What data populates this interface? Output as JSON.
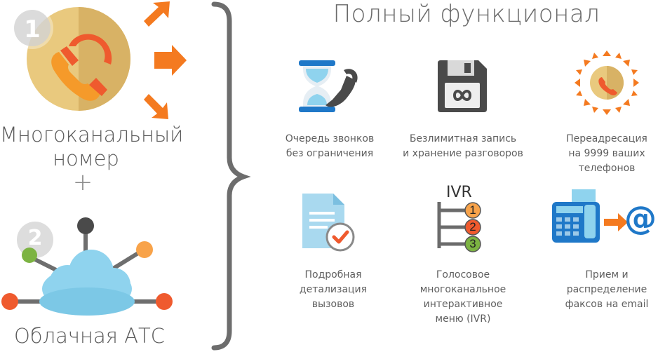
{
  "left": {
    "step1": {
      "number": "1",
      "label_line1": "Многоканальный",
      "label_line2": "номер"
    },
    "plus": "+",
    "step2": {
      "number": "2",
      "label": "Облачная АТС"
    }
  },
  "right": {
    "title": "Полный функционал",
    "features": [
      {
        "icon": "hourglass-phone-icon",
        "lines": [
          "Очередь звонков",
          "без ограничения"
        ]
      },
      {
        "icon": "floppy-infinity-icon",
        "lines": [
          "Безлимитная запись",
          "и хранение разговоров"
        ]
      },
      {
        "icon": "phone-redirect-icon",
        "lines": [
          "Переадресация",
          "на 9999 ваших",
          "телефонов"
        ]
      },
      {
        "icon": "document-check-icon",
        "lines": [
          "Подробная",
          "детализация",
          "вызовов"
        ]
      },
      {
        "icon": "ivr-menu-icon",
        "lines": [
          "Голосовое",
          "многоканальное",
          "интерактивное",
          "меню (IVR)"
        ]
      },
      {
        "icon": "fax-email-icon",
        "lines": [
          "Прием и",
          "распределение",
          "факсов на email"
        ]
      }
    ],
    "ivr": {
      "title": "IVR",
      "items": [
        "1",
        "2",
        "3"
      ]
    },
    "fax": {
      "email_symbol": "@"
    }
  },
  "colors": {
    "orange": "#f47a20",
    "orange_light": "#f8a34a",
    "red_orange": "#ef5a2e",
    "green": "#7cb342",
    "gold": "#e8c57a",
    "gold_dark": "#d6ae5c",
    "blue": "#2196d3",
    "sky": "#8fd3ee",
    "gray": "#6b6b6b"
  }
}
